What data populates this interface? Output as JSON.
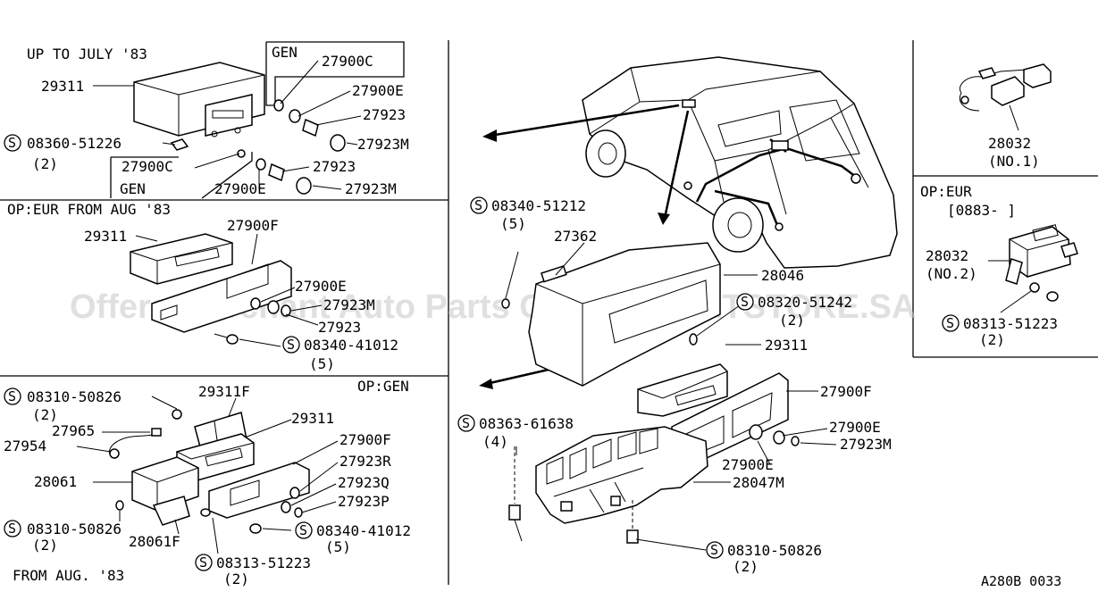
{
  "footer_code": "A280B 0033",
  "watermark": "Offers Merchant Auto Parts Catalog PARTSTORE.SA",
  "bolt_symbol": "S",
  "p1": {
    "title": "UP TO JULY '83",
    "gen_box": "GEN",
    "gen_lower": "GEN",
    "labels": [
      {
        "id": "a",
        "text": "29311"
      },
      {
        "id": "b",
        "text": "27900C"
      },
      {
        "id": "c",
        "text": "27900E"
      },
      {
        "id": "d",
        "text": "27923"
      },
      {
        "id": "e",
        "text": "08360-51226"
      },
      {
        "id": "f",
        "text": "(2)"
      },
      {
        "id": "g",
        "text": "27923M"
      },
      {
        "id": "h",
        "text": "27900C"
      },
      {
        "id": "i",
        "text": "27923"
      },
      {
        "id": "j",
        "text": "27900E"
      },
      {
        "id": "k",
        "text": "27923M"
      }
    ]
  },
  "p2": {
    "title": "OP:EUR FROM AUG '83",
    "labels": [
      {
        "id": "a",
        "text": "27900F"
      },
      {
        "id": "b",
        "text": "29311"
      },
      {
        "id": "c",
        "text": "27900E"
      },
      {
        "id": "d",
        "text": "27923M"
      },
      {
        "id": "e",
        "text": "27923"
      },
      {
        "id": "f",
        "text": "08340-41012"
      },
      {
        "id": "g",
        "text": "(5)"
      }
    ]
  },
  "p3": {
    "title": "OP:GEN",
    "footer": "FROM AUG. '83",
    "labels": [
      {
        "id": "a",
        "text": "08310-50826"
      },
      {
        "id": "b",
        "text": "(2)"
      },
      {
        "id": "c",
        "text": "29311F"
      },
      {
        "id": "d",
        "text": "27965"
      },
      {
        "id": "e",
        "text": "29311"
      },
      {
        "id": "f",
        "text": "27954"
      },
      {
        "id": "g",
        "text": "27900F"
      },
      {
        "id": "h",
        "text": "27923R"
      },
      {
        "id": "i",
        "text": "28061"
      },
      {
        "id": "j",
        "text": "27923Q"
      },
      {
        "id": "k",
        "text": "27923P"
      },
      {
        "id": "l",
        "text": "08310-50826"
      },
      {
        "id": "m",
        "text": "08340-41012"
      },
      {
        "id": "n",
        "text": "(2)"
      },
      {
        "id": "o",
        "text": "28061F"
      },
      {
        "id": "p",
        "text": "(5)"
      },
      {
        "id": "q",
        "text": "08313-51223"
      },
      {
        "id": "r",
        "text": "(2)"
      }
    ]
  },
  "center": {
    "labels": [
      {
        "id": "a",
        "text": "08340-51212"
      },
      {
        "id": "b",
        "text": "(5)"
      },
      {
        "id": "c",
        "text": "27362"
      },
      {
        "id": "d",
        "text": "28046"
      },
      {
        "id": "e",
        "text": "08320-51242"
      },
      {
        "id": "f",
        "text": "(2)"
      },
      {
        "id": "g",
        "text": "29311"
      },
      {
        "id": "h",
        "text": "27900F"
      },
      {
        "id": "i",
        "text": "08363-61638"
      },
      {
        "id": "j",
        "text": "(4)"
      },
      {
        "id": "k",
        "text": "27900E"
      },
      {
        "id": "l",
        "text": "27923M"
      },
      {
        "id": "m",
        "text": "27900E"
      },
      {
        "id": "n",
        "text": "28047M"
      },
      {
        "id": "o",
        "text": "08310-50826"
      },
      {
        "id": "p",
        "text": "(2)"
      }
    ]
  },
  "right": {
    "label_top_part": "28032",
    "label_top_no": "(NO.1)",
    "title": "OP:EUR",
    "date_range": "[0883-      ]",
    "label_mid_part": "28032",
    "label_mid_no": "(NO.2)",
    "label_bolt": "08313-51223",
    "label_bolt_qty": "(2)"
  }
}
